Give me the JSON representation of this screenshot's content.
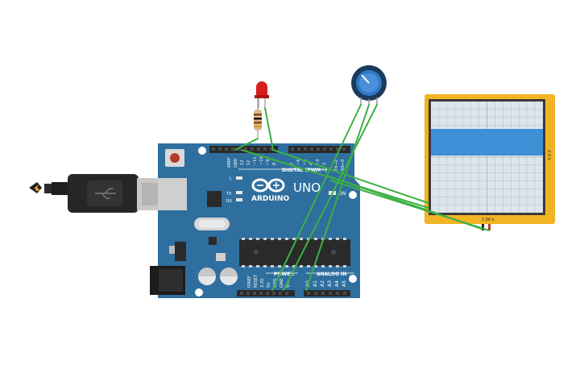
{
  "board": {
    "brand": "ARDUINO",
    "model": "UNO",
    "digital_label": "DIGITAL (PWM~)",
    "power_label": "POWER",
    "analog_label": "ANALOG IN",
    "on_label": "ON",
    "led_labels": [
      "L",
      "TX",
      "RX"
    ],
    "digital_pins": [
      "AREF",
      "GND",
      "13",
      "12",
      "~11",
      "~10",
      "~9",
      "8",
      "7",
      "~6",
      "~5",
      "4",
      "~3",
      "2",
      "TX→1",
      "RX←0"
    ],
    "power_pins": [
      "IOREF",
      "RESET",
      "3.3V",
      "5V",
      "GND",
      "GND",
      "Vin"
    ],
    "analog_pins": [
      "A0",
      "A1",
      "A2",
      "A3",
      "A4",
      "A5"
    ]
  },
  "oscilloscope": {
    "time_label": "1.00 s",
    "volt_label": "2.0 V"
  },
  "colors": {
    "wire": "#3cb043",
    "board": "#2f6f9f",
    "scope_frame": "#f2b324",
    "scope_signal": "#3d8fd6",
    "led": "#d61f1f",
    "pot": "#1f5f9f"
  }
}
